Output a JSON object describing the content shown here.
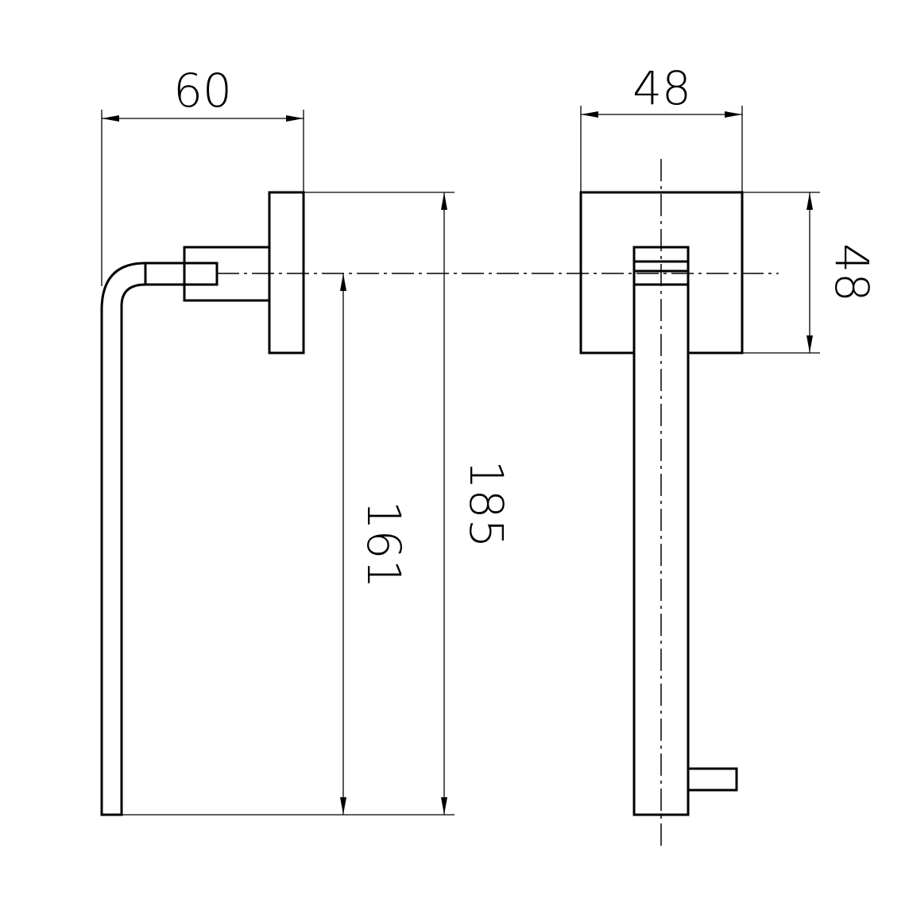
{
  "dimensions": {
    "side_width": "60",
    "front_width": "48",
    "front_height": "48",
    "bar_height": "161",
    "overall_height": "185"
  }
}
